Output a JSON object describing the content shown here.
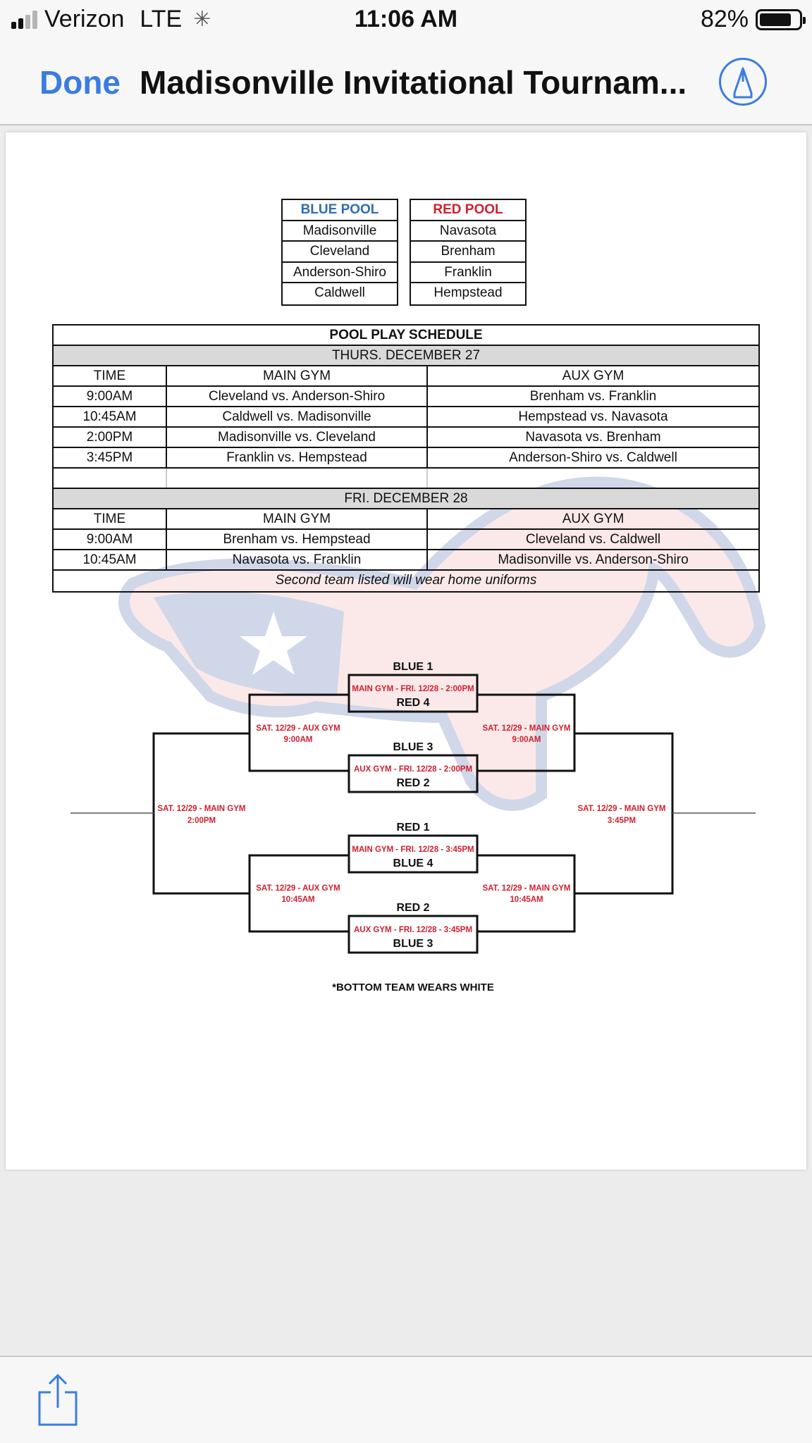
{
  "status_bar": {
    "carrier": "Verizon",
    "network": "LTE",
    "time": "11:06 AM",
    "battery": "82%",
    "battery_level": 0.82,
    "signal_bars": 2,
    "activity_icon": "spinner-icon"
  },
  "nav": {
    "done_label": "Done",
    "title": "Madisonville Invitational Tournam...",
    "markup_icon": "markup-pen-icon"
  },
  "document": {
    "pools": {
      "blue": {
        "title": "BLUE POOL",
        "color": "#2e6db4",
        "teams": [
          "Madisonville",
          "Cleveland",
          "Anderson-Shiro",
          "Caldwell"
        ]
      },
      "red": {
        "title": "RED POOL",
        "color": "#d0202e",
        "teams": [
          "Navasota",
          "Brenham",
          "Franklin",
          "Hempstead"
        ]
      }
    },
    "schedule": {
      "title": "POOL PLAY SCHEDULE",
      "day1": {
        "label": "THURS. DECEMBER 27",
        "headers": {
          "time": "TIME",
          "main": "MAIN GYM",
          "aux": "AUX GYM"
        },
        "games": [
          {
            "time": "9:00AM",
            "main": "Cleveland vs. Anderson-Shiro",
            "aux": "Brenham vs. Franklin"
          },
          {
            "time": "10:45AM",
            "main": "Caldwell vs. Madisonville",
            "aux": "Hempstead vs. Navasota"
          },
          {
            "time": "2:00PM",
            "main": "Madisonville vs. Cleveland",
            "aux": "Navasota vs. Brenham"
          },
          {
            "time": "3:45PM",
            "main": "Franklin vs. Hempstead",
            "aux": "Anderson-Shiro vs. Caldwell"
          }
        ]
      },
      "day2": {
        "label": "FRI. DECEMBER 28",
        "headers": {
          "time": "TIME",
          "main": "MAIN GYM",
          "aux": "AUX GYM"
        },
        "games": [
          {
            "time": "9:00AM",
            "main": "Brenham vs. Hempstead",
            "aux": "Cleveland vs. Caldwell"
          },
          {
            "time": "10:45AM",
            "main": "Navasota vs. Franklin",
            "aux": "Madisonville vs. Anderson-Shiro"
          }
        ]
      },
      "footnote": "Second team listed will wear home uniforms"
    },
    "bracket": {
      "team_labels": [
        "BLUE 1",
        "RED 4",
        "BLUE 3",
        "RED 2",
        "RED 1",
        "BLUE 4",
        "RED 2",
        "BLUE 3"
      ],
      "first_round": [
        "MAIN GYM - FRI. 12/28 - 2:00PM",
        "AUX GYM - FRI. 12/28 - 2:00PM",
        "MAIN GYM - FRI. 12/28 - 3:45PM",
        "AUX GYM - FRI. 12/28 - 3:45PM"
      ],
      "second_round": {
        "left_top": [
          "SAT. 12/29 - AUX GYM",
          "9:00AM"
        ],
        "right_top": [
          "SAT. 12/29 - MAIN GYM",
          "9:00AM"
        ],
        "left_bottom": [
          "SAT. 12/29 - AUX GYM",
          "10:45AM"
        ],
        "right_bottom": [
          "SAT. 12/29 - MAIN GYM",
          "10:45AM"
        ]
      },
      "finals": {
        "left": [
          "SAT. 12/29 - MAIN GYM",
          "2:00PM"
        ],
        "right": [
          "SAT. 12/29 - MAIN GYM",
          "3:45PM"
        ]
      },
      "note": "*BOTTOM TEAM WEARS WHITE"
    }
  },
  "toolbar": {
    "share_icon": "share-icon"
  }
}
